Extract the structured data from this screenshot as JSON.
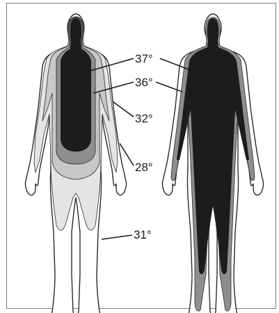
{
  "labels": [
    {
      "id": "core",
      "text": "37°"
    },
    {
      "id": "shell-torso",
      "text": "36°"
    },
    {
      "id": "arm",
      "text": "32°"
    },
    {
      "id": "hand",
      "text": "28°"
    },
    {
      "id": "leg",
      "text": "31°"
    }
  ],
  "colors": {
    "core": "#1c1c1c",
    "zone36": "#8e8e8e",
    "zone32": "#c8c8c8",
    "zone28": "#e4e4e4",
    "skin": "#ffffff",
    "outline": "#2a2a2a",
    "frame": "#7a7a7a"
  }
}
